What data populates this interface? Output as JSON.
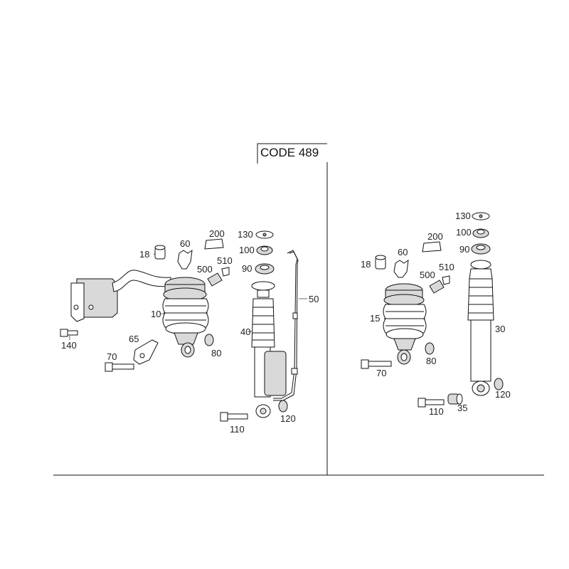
{
  "code_box": {
    "text": "CODE 489"
  },
  "left_assembly": {
    "callouts": {
      "c18": "18",
      "c60": "60",
      "c200": "200",
      "c130": "130",
      "c100": "100",
      "c90": "90",
      "c500": "500",
      "c510": "510",
      "c50": "50",
      "c10": "10",
      "c40": "40",
      "c65": "65",
      "c70": "70",
      "c80": "80",
      "c140": "140",
      "c110": "110",
      "c120": "120"
    }
  },
  "right_assembly": {
    "callouts": {
      "c130": "130",
      "c100": "100",
      "c200": "200",
      "c60": "60",
      "c90": "90",
      "c18": "18",
      "c500": "500",
      "c510": "510",
      "c15": "15",
      "c30": "30",
      "c70": "70",
      "c80": "80",
      "c120": "120",
      "c110": "110",
      "c35": "35"
    }
  },
  "colors": {
    "line": "#111111",
    "fill_grey": "#d9d9d9",
    "fill_dark": "#9a9a9a",
    "background": "#ffffff"
  }
}
